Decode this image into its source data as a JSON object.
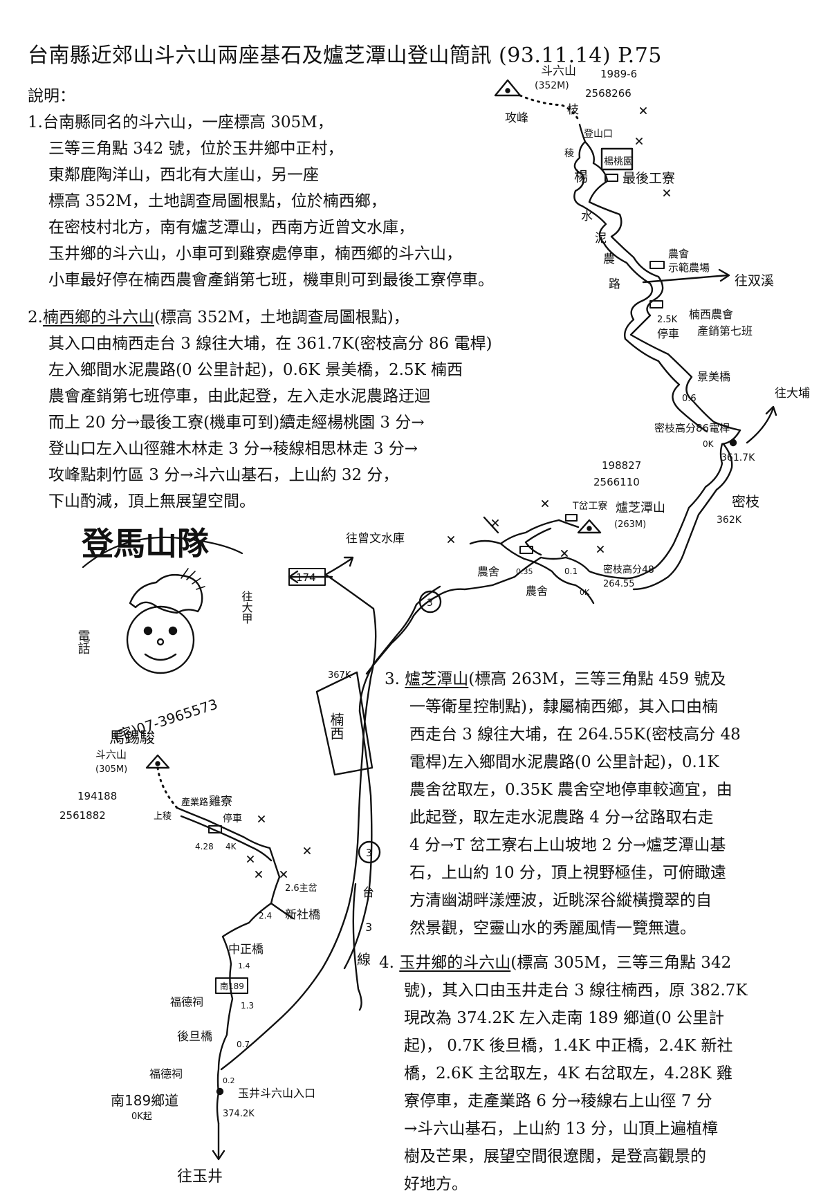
{
  "title": "台南縣近郊山斗六山兩座基石及爐芝潭山登山簡訊 (93.11.14) P.75",
  "intro": {
    "heading": "說明：",
    "lines": [
      "1.台南縣同名的斗六山，一座標高 305M，",
      "三等三角點 342 號，位於玉井鄉中正村，",
      "東鄰鹿陶洋山，西北有大崖山，另一座",
      "標高 352M，土地調查局圖根點，位於楠西鄉，",
      "在密枝村北方，南有爐芝潭山，西南方近曾文水庫，",
      "玉井鄉的斗六山，小車可到雞寮處停車，楠西鄉的斗六山，",
      "小車最好停在楠西農會產銷第七班，機車則可到最後工寮停車。"
    ]
  },
  "sec2": {
    "num": "2.",
    "name": "楠西鄉的斗六山",
    "head_rest": "(標高 352M，土地調查局圖根點)，",
    "lines": [
      "其入口由楠西走台 3 線往大埔，在 361.7K(密枝高分 86 電桿)",
      "左入鄉間水泥農路(0 公里計起)，0.6K 景美橋，2.5K 楠西",
      "農會產銷第七班停車，由此起登，左入走水泥農路迂迴",
      "而上 20 分→最後工寮(機車可到)續走經楊桃園 3 分→",
      "登山口左入山徑雜木林走 3 分→稜線相思林走 3 分→",
      "攻峰點刺竹區 3 分→斗六山基石，上山約 32 分，",
      "下山酌減，頂上無展望空間。"
    ]
  },
  "sec3": {
    "num": "3.",
    "name": "爐芝潭山",
    "head_rest": "(標高 263M，三等三角點 459 號及",
    "lines": [
      "一等衛星控制點)，隸屬楠西鄉，其入口由楠",
      "西走台 3 線往大埔，在 264.55K(密枝高分 48",
      "電桿)左入鄉間水泥農路(0 公里計起)，0.1K",
      "農舍岔取左，0.35K 農舍空地停車較適宜，由",
      "此起登，取左走水泥農路 4 分→岔路取右走",
      "4 分→T 岔工寮右上山坡地 2 分→爐芝潭山基",
      "石，上山約 10 分，頂上視野極佳，可俯瞰遠",
      "方清幽湖畔漾煙波，近眺深谷縱橫攬翠的自",
      "然景觀，空靈山水的秀麗風情一覽無遺。"
    ]
  },
  "sec4": {
    "num": "4.",
    "name": "玉井鄉的斗六山",
    "head_rest": "(標高 305M，三等三角點 342",
    "lines": [
      "號)，其入口由玉井走台 3 線往楠西，原 382.7K",
      "現改為 374.2K 左入走南 189 鄉道(0 公里計",
      "起)， 0.7K 後旦橋，1.4K 中正橋，2.4K 新社",
      "橋，2.6K 主岔取左，4K 右岔取左，4.28K 雞",
      "寮停車，走產業路 6 分→稜線右上山徑 7 分",
      "→斗六山基石，上山約 13 分，山頂上遍植樟",
      "樹及芒果，展望空間很遼闊，是登高觀景的",
      "好地方。"
    ]
  },
  "map_top": {
    "peak": "斗六山",
    "peak_elev": "(352M)",
    "coord1": "1989-6",
    "coord2": "2568266",
    "attack": "攻峰",
    "bamboo": "枝",
    "trailhead": "登山口",
    "ridge": "稜",
    "orchard": "楊桃園",
    "yang": "楊",
    "last_hut": "最後工寮",
    "road_chars": [
      "水",
      "泥",
      "農",
      "路"
    ],
    "farm_house": "農會",
    "farm_lab": "示範農場",
    "to_twinstream": "往双溪",
    "parking_km": "2.5K",
    "parking": "停車",
    "coop": "楠西農會",
    "coop2": "產銷第七班",
    "bridge": "景美橋",
    "bridge_km": "0.6",
    "to_dapu": "往大埔",
    "pole86": "密枝高分86電桿",
    "pole86_km": "0K",
    "km3617": "361.7K",
    "village": "密枝",
    "village_km": "362K"
  },
  "map_mid": {
    "coord1": "198827",
    "coord2": "2566110",
    "t_hut": "T岔工寮",
    "peak": "爐芝潭山",
    "peak_elev": "(263M)",
    "to_reservoir": "往曾文水庫",
    "farmhouse1": "農舍",
    "farmhouse1_km": "0.35",
    "farmhouse2": "農舍",
    "km01": "0.1",
    "pole48": "密枝高分48",
    "km26455": "264.55",
    "km0k": "0K",
    "road3": "3",
    "road174": "174",
    "to_dajia": "往大甲",
    "km367": "367K",
    "nanxi": "楠西"
  },
  "stamp": {
    "text": "登馬山隊",
    "side": "電話",
    "phone": "(宅)07-3965573",
    "author": "馬錫駿"
  },
  "map_bottom": {
    "peak": "斗六山",
    "peak_elev": "(305M)",
    "coord1": "194188",
    "coord2": "2561882",
    "ridge": "上稜",
    "road": "產業路",
    "hut": "雞寮",
    "park": "停車",
    "km428": "4.28",
    "km4": "4K",
    "km26": "2.6主岔",
    "km24": "2.4",
    "xinshe": "新社橋",
    "zhongzheng": "中正橋",
    "sign189": "南189",
    "km14": "1.4",
    "temple1": "福德祠",
    "km13": "1.3",
    "houdan": "後旦橋",
    "km07": "0.7",
    "temple2": "福德祠",
    "km02": "0.2",
    "road_label": "南189鄉道",
    "road_km": "0K起",
    "entry": "玉井斗六山入口",
    "entry_km": "374.2K",
    "to_yujing": "往玉井",
    "road3_a": "台",
    "road3_b": "3",
    "road3_c": "線",
    "road3_circle": "3"
  }
}
